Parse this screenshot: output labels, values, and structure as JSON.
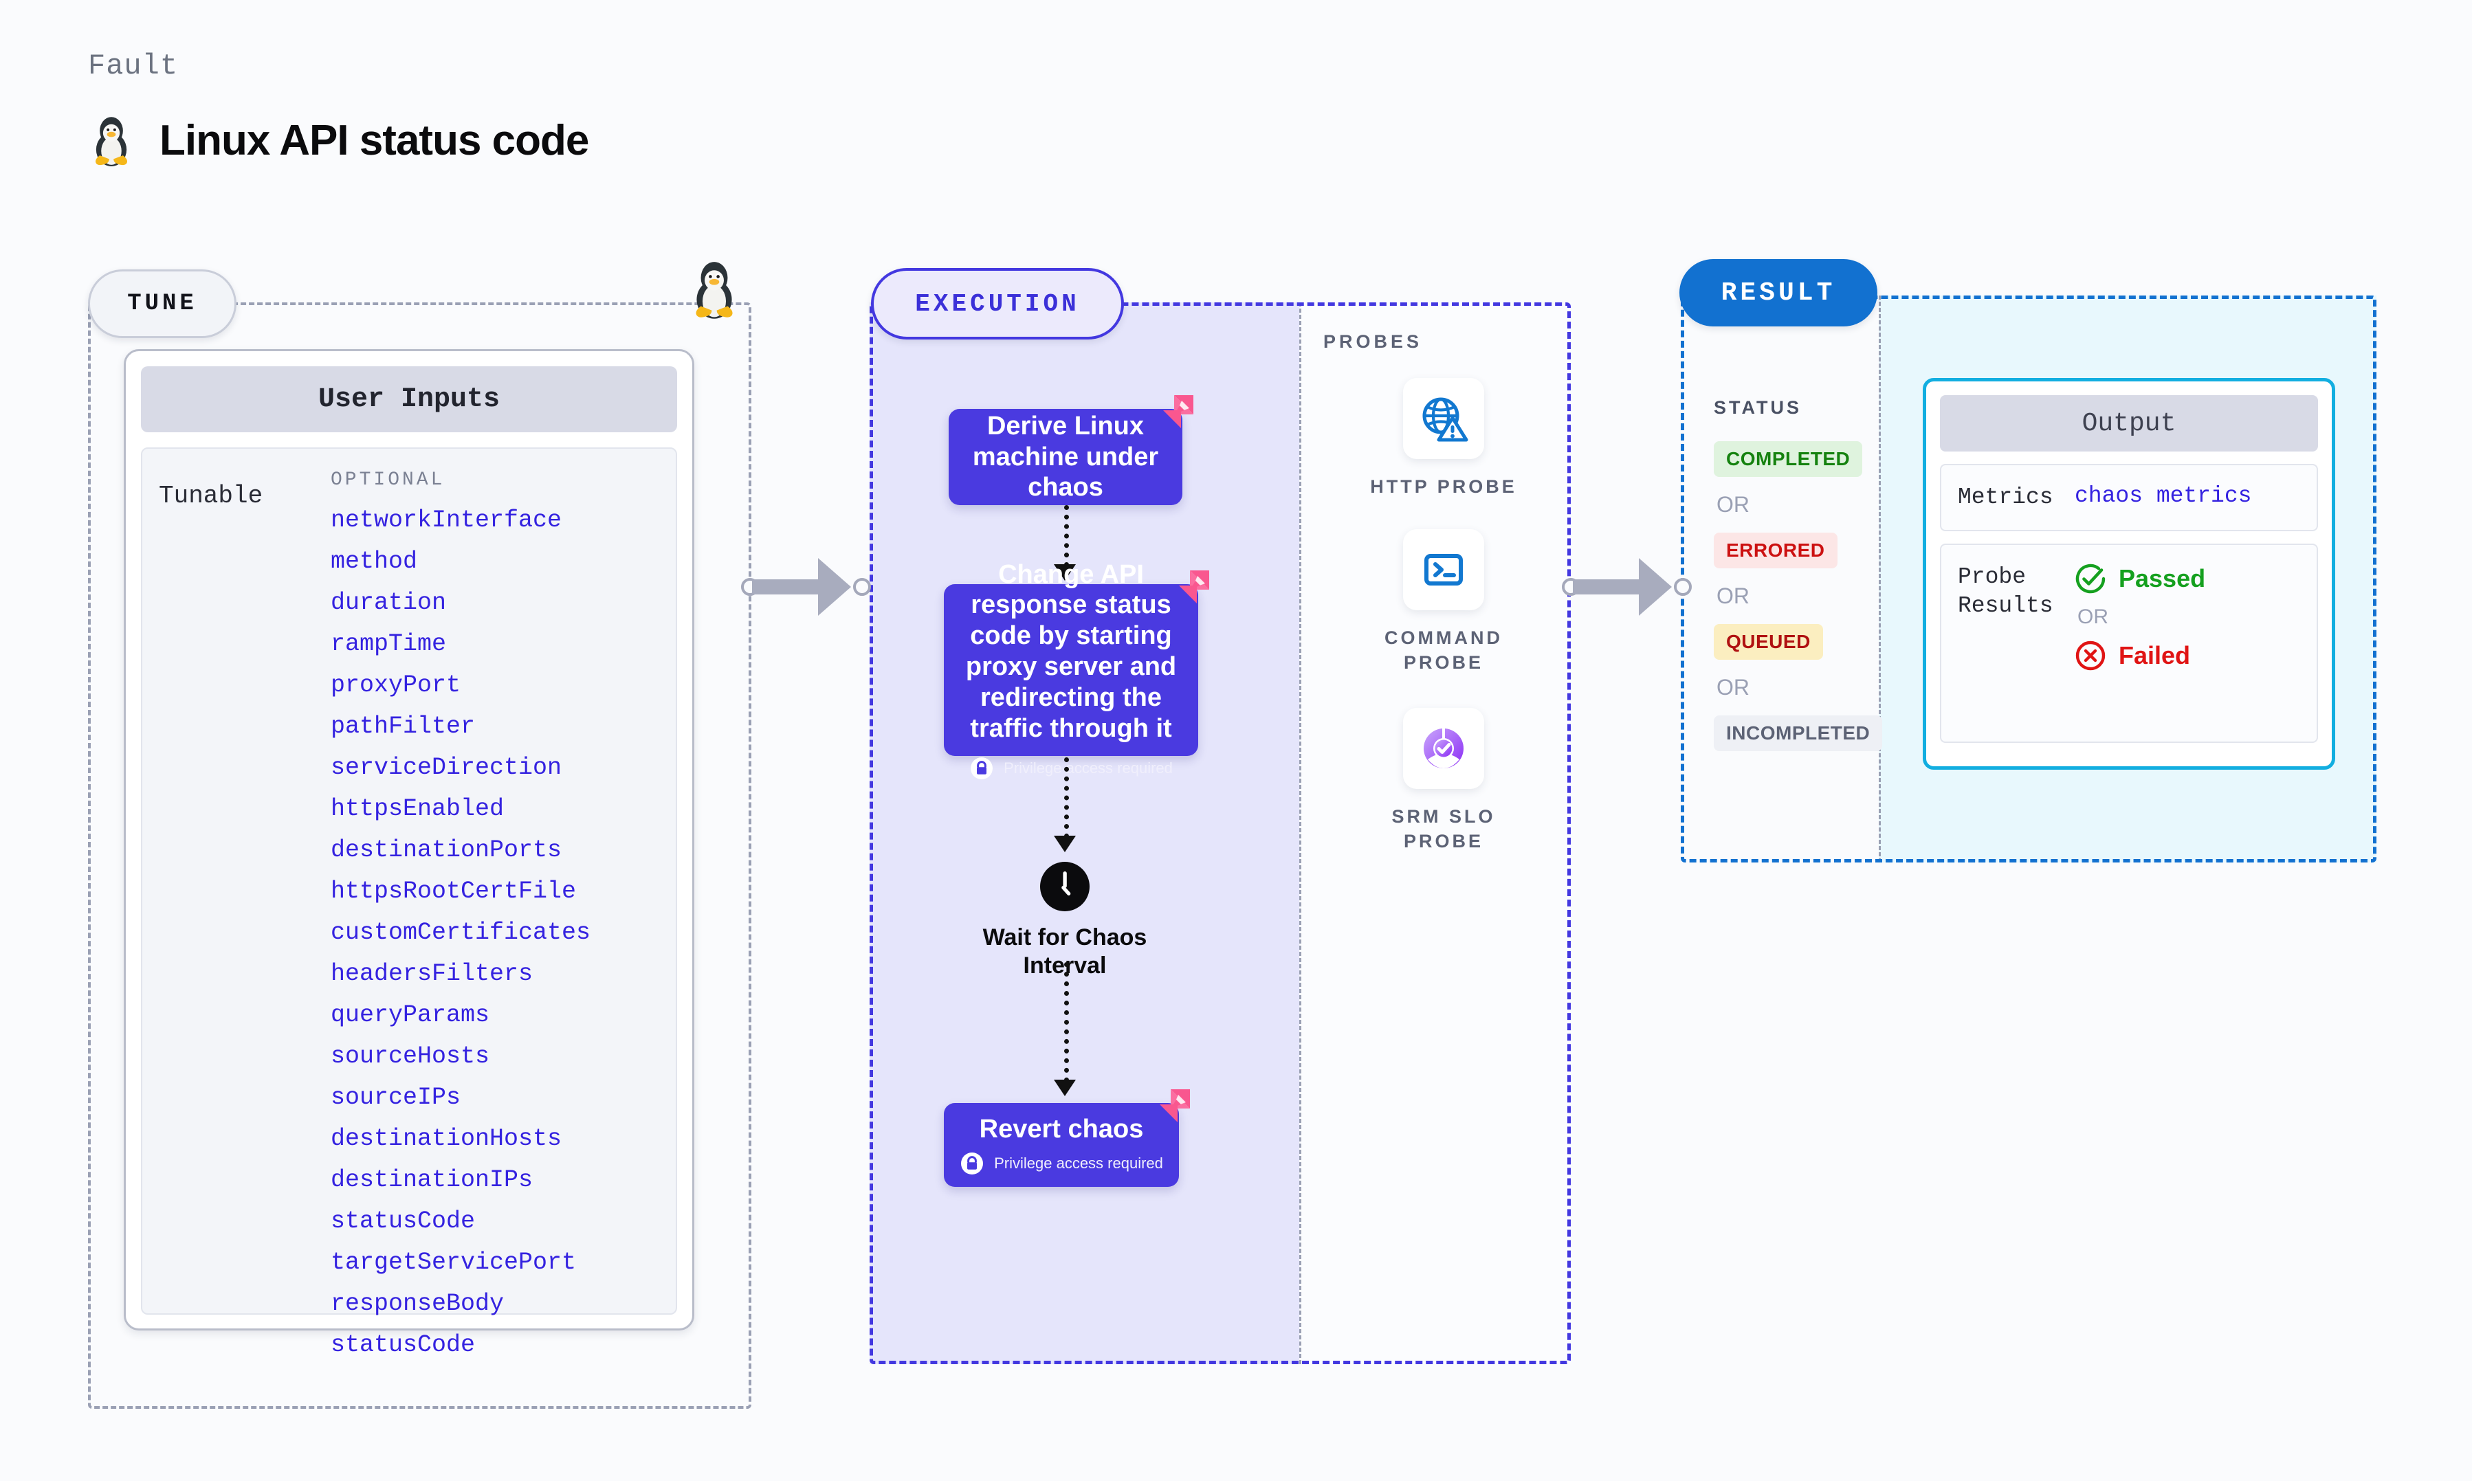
{
  "header": {
    "kicker": "Fault",
    "title": "Linux API status code",
    "icon": "tux-penguin-icon"
  },
  "tune": {
    "pill_label": "TUNE",
    "card_header": "User Inputs",
    "tunable_label": "Tunable",
    "optional_label": "OPTIONAL",
    "params": [
      "networkInterface",
      "method",
      "duration",
      "rampTime",
      "proxyPort",
      "pathFilter",
      "serviceDirection",
      "httpsEnabled",
      "destinationPorts",
      "httpsRootCertFile",
      "customCertificates",
      "headersFilters",
      "queryParams",
      "sourceHosts",
      "sourceIPs",
      "destinationHosts",
      "destinationIPs",
      "statusCode",
      "targetServicePort",
      "responseBody",
      "statusCode"
    ]
  },
  "execution": {
    "pill_label": "EXECUTION",
    "steps": [
      {
        "title": "Derive Linux machine under chaos",
        "privilege": null
      },
      {
        "title": "Change API response status code by starting proxy server and redirecting the traffic through it",
        "privilege": "Privilege access required"
      },
      {
        "title": "Revert chaos",
        "privilege": "Privilege access required"
      }
    ],
    "wait": {
      "label": "Wait for Chaos Interval",
      "icon": "clock-icon"
    },
    "probes_header": "PROBES",
    "probes": [
      {
        "name": "HTTP PROBE",
        "icon": "globe-warning-icon"
      },
      {
        "name": "COMMAND PROBE",
        "icon": "terminal-icon"
      },
      {
        "name": "SRM SLO PROBE",
        "icon": "slo-donut-check-icon"
      }
    ]
  },
  "result": {
    "pill_label": "RESULT",
    "status_header": "STATUS",
    "or_label": "OR",
    "statuses": [
      {
        "label": "COMPLETED",
        "bg": "#dff3de",
        "fg": "#15820f"
      },
      {
        "label": "ERRORED",
        "bg": "#fce6e6",
        "fg": "#cc1111"
      },
      {
        "label": "QUEUED",
        "bg": "#fbeec0",
        "fg": "#b01111"
      },
      {
        "label": "INCOMPLETED",
        "bg": "#eef0f5",
        "fg": "#5c6275"
      }
    ],
    "output": {
      "header": "Output",
      "metrics_key": "Metrics",
      "metrics_value": "chaos metrics",
      "probe_results_key": "Probe Results",
      "passed_label": "Passed",
      "failed_label": "Failed",
      "or_label": "OR"
    }
  },
  "colors": {
    "chaos_card": "#4a3ae0",
    "execution_accent": "#4338e0",
    "result_accent": "#1271d0",
    "output_accent": "#12aee0",
    "param_link": "#3422e0",
    "badge_pink": "#f9578f"
  }
}
